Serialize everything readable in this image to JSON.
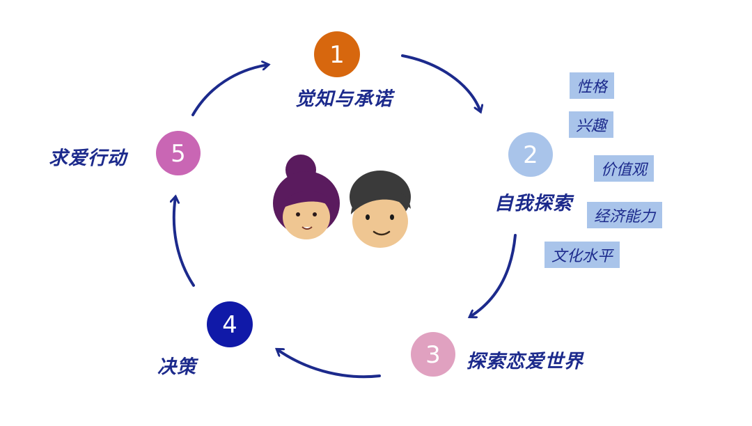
{
  "steps": [
    {
      "number": "1",
      "label": "觉知与承诺",
      "color": "#d7670e"
    },
    {
      "number": "2",
      "label": "自我探索",
      "color": "#a9c4ea"
    },
    {
      "number": "3",
      "label": "探索恋爱世界",
      "color": "#e0a1c0"
    },
    {
      "number": "4",
      "label": "决策",
      "color": "#1019a8"
    },
    {
      "number": "5",
      "label": "求爱行动",
      "color": "#c966b4"
    }
  ],
  "self_exploration_tags": [
    "性格",
    "兴趣",
    "价值观",
    "经济能力",
    "文化水平"
  ],
  "colors": {
    "arrow": "#1c2a8c",
    "tag_bg": "#a9c4ea",
    "hair": "#5a1b5e",
    "skin": "#efc692",
    "hair_dark": "#3a3a3a"
  }
}
